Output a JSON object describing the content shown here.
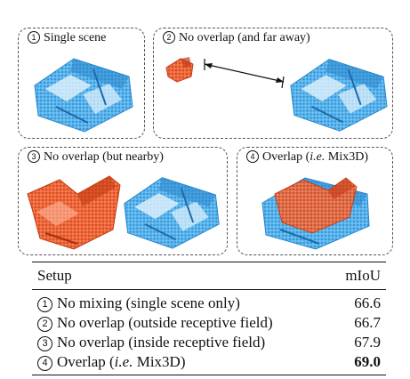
{
  "panels": [
    {
      "num": "1",
      "text": "Single scene"
    },
    {
      "num": "2",
      "text": "No overlap (and far away)"
    },
    {
      "num": "3",
      "text": "No overlap (but nearby)"
    },
    {
      "num": "4",
      "text_pre": "Overlap (",
      "text_em": "i.e.",
      "text_post": " Mix3D)"
    }
  ],
  "colors": {
    "scene_blue": "#3a9ee0",
    "scene_red": "#e8542a",
    "dash": "#555555"
  },
  "table": {
    "header": {
      "setup": "Setup",
      "miou": "mIoU"
    },
    "rows": [
      {
        "num": "1",
        "name": "No mixing (single scene only)",
        "value": "66.6"
      },
      {
        "num": "2",
        "name": "No overlap (outside receptive field)",
        "value": "66.7"
      },
      {
        "num": "3",
        "name": "No overlap (inside receptive field)",
        "value": "67.9"
      },
      {
        "num": "4",
        "name_pre": "Overlap (",
        "name_em": "i.e.",
        "name_post": " Mix3D)",
        "value": "69.0",
        "bold": true
      }
    ]
  }
}
